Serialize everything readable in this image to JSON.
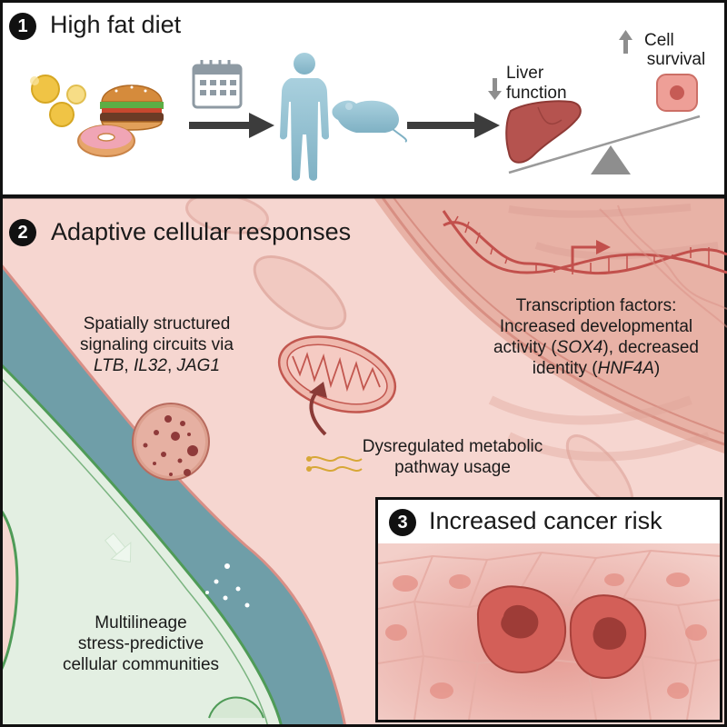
{
  "panel1": {
    "number": "1",
    "title": "High fat diet",
    "liver_function_line1": "Liver",
    "liver_function_line2": "function",
    "cell_survival_line1": "Cell",
    "cell_survival_line2": "survival"
  },
  "panel2": {
    "number": "2",
    "title": "Adaptive cellular responses",
    "signaling": {
      "line1": "Spatially structured",
      "line2": "signaling circuits via",
      "gene1": "LTB",
      "sep1": ", ",
      "gene2": "IL32",
      "sep2": ", ",
      "gene3": "JAG1"
    },
    "transcription": {
      "line1": "Transcription factors:",
      "line2": "Increased developmental",
      "line3_pre": "activity (",
      "gene1": "SOX4",
      "line3_post": "), decreased",
      "line4_pre": "identity (",
      "gene2": "HNF4A",
      "line4_post": ")"
    },
    "metabolic": {
      "line1": "Dysregulated metabolic",
      "line2": "pathway usage"
    },
    "communities": {
      "line1": "Multilineage",
      "line2": "stress-predictive",
      "line3": "cellular communities"
    }
  },
  "panel3": {
    "number": "3",
    "title": "Increased cancer risk"
  },
  "colors": {
    "cell_pink": "#f5d3cd",
    "nucleus_bg": "#e9b3a7",
    "teal": "#6f9ea8",
    "green_cell": "#e3efe2",
    "liver": "#b5534f",
    "figure_blue": "#9cc6d6",
    "dna": "#c2504c"
  },
  "icons": [
    "food-icon",
    "calendar-icon",
    "human-icon",
    "mouse-icon",
    "liver-icon",
    "cell-icon",
    "balance-scale-icon",
    "mitochondrion-icon",
    "vesicle-icon",
    "dna-icon"
  ]
}
